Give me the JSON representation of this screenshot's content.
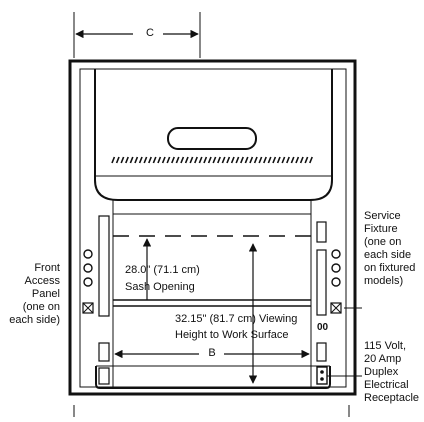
{
  "dimensions": {
    "c": "C",
    "b": "B"
  },
  "sash_opening": {
    "value": "28.0\" (71.1 cm)",
    "label": "Sash Opening"
  },
  "viewing_height": {
    "value": "32.15\" (81.7 cm) Viewing",
    "label": "Height to Work Surface"
  },
  "front_access_panel": {
    "lines": [
      "Front",
      "Access",
      "Panel",
      "(one on",
      "each side)"
    ]
  },
  "service_fixture": {
    "lines": [
      "Service",
      "Fixture",
      "(one on",
      "each side",
      "on fixtured",
      "models)"
    ]
  },
  "receptacle": {
    "lines": [
      "115 Volt,",
      "20 Amp",
      "Duplex",
      "Electrical",
      "Receptacle"
    ]
  },
  "colors": {
    "line": "#111111",
    "background": "#ffffff"
  }
}
